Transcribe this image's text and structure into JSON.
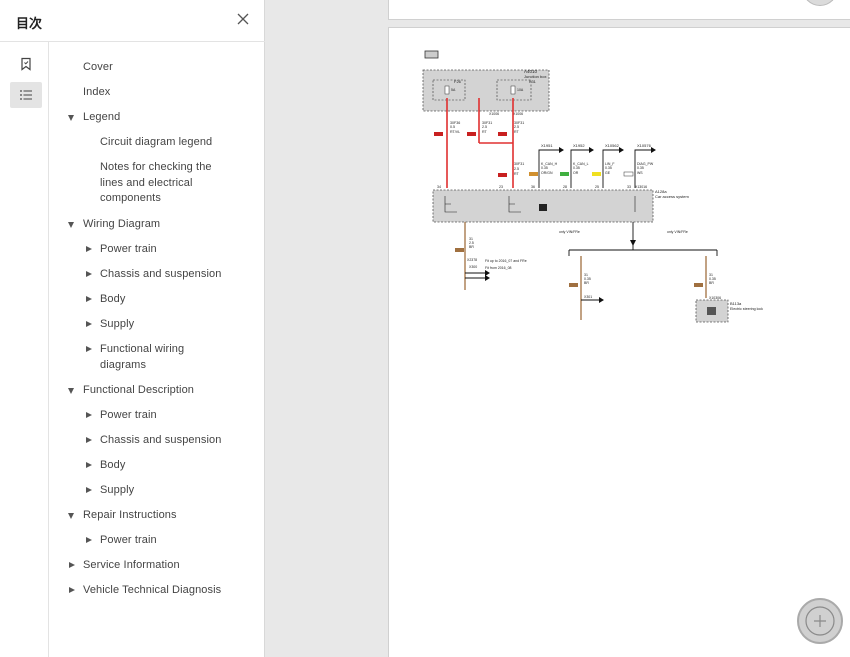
{
  "sidebar": {
    "title": "目次",
    "close_icon": "close-icon",
    "rail": [
      {
        "icon": "bookmark-icon",
        "active": false
      },
      {
        "icon": "toc-list-icon",
        "active": true
      }
    ],
    "toc": [
      {
        "label": "Cover",
        "level": 0,
        "arrow": "none"
      },
      {
        "label": "Index",
        "level": 0,
        "arrow": "none"
      },
      {
        "label": "Legend",
        "level": 0,
        "arrow": "down"
      },
      {
        "label": "Circuit diagram legend",
        "level": 1,
        "arrow": "none"
      },
      {
        "label": "Notes for checking the lines and electrical components",
        "level": 1,
        "arrow": "none"
      },
      {
        "label": "Wiring Diagram",
        "level": 0,
        "arrow": "down"
      },
      {
        "label": "Power train",
        "level": 1,
        "arrow": "right"
      },
      {
        "label": "Chassis and suspension",
        "level": 1,
        "arrow": "right"
      },
      {
        "label": "Body",
        "level": 1,
        "arrow": "right"
      },
      {
        "label": "Supply",
        "level": 1,
        "arrow": "right"
      },
      {
        "label": "Functional wiring diagrams",
        "level": 1,
        "arrow": "right"
      },
      {
        "label": "Functional Description",
        "level": 0,
        "arrow": "down"
      },
      {
        "label": "Power train",
        "level": 1,
        "arrow": "right"
      },
      {
        "label": "Chassis and suspension",
        "level": 1,
        "arrow": "right"
      },
      {
        "label": "Body",
        "level": 1,
        "arrow": "right"
      },
      {
        "label": "Supply",
        "level": 1,
        "arrow": "right"
      },
      {
        "label": "Repair Instructions",
        "level": 0,
        "arrow": "down"
      },
      {
        "label": "Power train",
        "level": 1,
        "arrow": "right"
      },
      {
        "label": "Service Information",
        "level": 0,
        "arrow": "right"
      },
      {
        "label": "Vehicle Technical Diagnosis",
        "level": 0,
        "arrow": "right"
      }
    ]
  },
  "diagram": {
    "top_block": {
      "id": "A4010",
      "name": "Junction box",
      "fuse_left": "F26",
      "fuse_right": "F31",
      "fuse_left_val": "5A",
      "fuse_right_val": "10A"
    },
    "connectors_top": [
      "X1006",
      "X1006"
    ],
    "wires_top": [
      {
        "code": "30F36",
        "size": "0.5",
        "color": "RT/VL"
      },
      {
        "code": "30F31",
        "size": "2.5",
        "color": "RT"
      },
      {
        "code": "30F31",
        "size": "2.5",
        "color": "RT"
      }
    ],
    "wire_mid": {
      "code": "30F31",
      "size": "2.5",
      "color": "RT"
    },
    "bus_connectors": [
      "X1951",
      "X1952",
      "X10562",
      "X10576"
    ],
    "bus_wires": [
      {
        "code": "K_CAN_H",
        "size": "0.35",
        "color": "OR/GN"
      },
      {
        "code": "K_CAN_L",
        "size": "0.35",
        "color": "OR"
      },
      {
        "code": "LIN_F",
        "size": "0.35",
        "color": "GE"
      },
      {
        "code": "DIAG_PW",
        "size": "0.35",
        "color": "WS"
      }
    ],
    "ecu": {
      "id": "A128a",
      "name": "Car access system",
      "connector": "X13016"
    },
    "pins": [
      "34",
      "23",
      "36",
      "28",
      "25",
      "33"
    ],
    "ground_left": {
      "pin": "31",
      "size": "2.5",
      "color": "BR",
      "connector": "X2378",
      "note_a": "Fit up to 2016_07 and FRe",
      "note_b": "Fit from 2016_08",
      "connector2": "X300"
    },
    "ground_mid": {
      "pin": "31",
      "size": "0.35",
      "color": "BR",
      "connector": "X301"
    },
    "ground_right": {
      "pin": "31",
      "size": "0.35",
      "color": "BR",
      "connector": "X10306"
    },
    "label_only_a": "only VIN/FRe",
    "label_only_b": "only VIN/FRe",
    "device": {
      "id": "B113a",
      "name": "Electric steering lock"
    }
  },
  "viewer": {
    "zoom_icon": "zoom-icon"
  },
  "colors": {
    "wire_red": "#e03030",
    "wire_brown": "#a07040",
    "ecu_fill": "#d3d3d3"
  }
}
